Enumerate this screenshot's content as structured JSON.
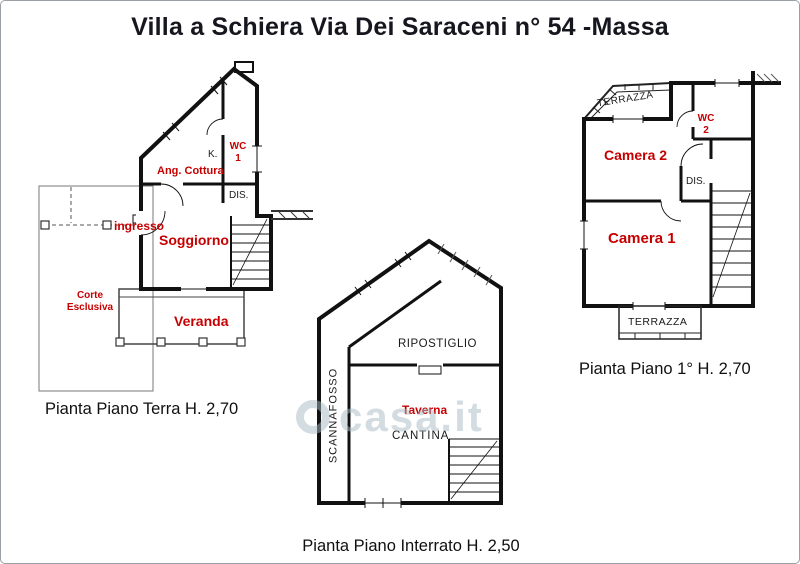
{
  "page": {
    "title": "Villa a Schiera Via Dei Saraceni n° 54 -Massa",
    "watermark": "casa.it"
  },
  "ground_floor": {
    "caption": "Pianta Piano Terra H. 2,70",
    "labels": {
      "ang_cottura": "Ang. Cottura",
      "k": "K.",
      "wc": "WC\n1",
      "dis": "DIS.",
      "ingresso": "ingresso",
      "soggiorno": "Soggiorno",
      "corte_esclusiva": "Corte\nEsclusiva",
      "veranda": "Veranda"
    }
  },
  "first_floor": {
    "caption": "Pianta Piano 1° H. 2,70",
    "labels": {
      "terrazza_top": "TERRAZZA",
      "wc": "WC\n2",
      "camera2": "Camera 2",
      "dis": "DIS.",
      "camera1": "Camera 1",
      "terrazza_bottom": "TERRAZZA"
    }
  },
  "basement": {
    "caption": "Pianta Piano Interrato H. 2,50",
    "labels": {
      "scannafosso": "SCANNAFOSSO",
      "ripostiglio": "RIPOSTIGLIO",
      "taverna": "Taverna",
      "cantina": "CANTINA"
    }
  }
}
